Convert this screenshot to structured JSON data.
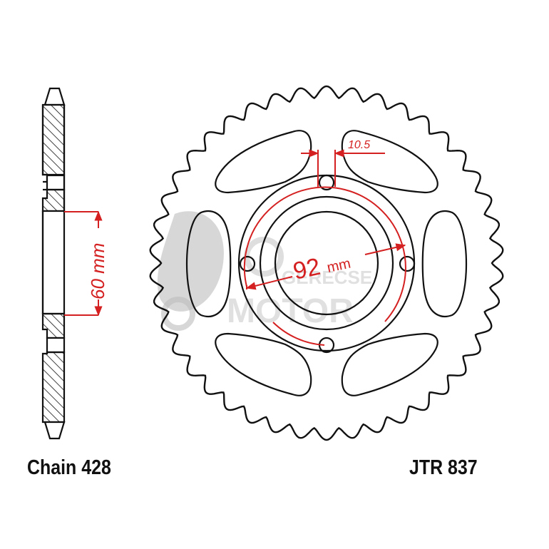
{
  "diagram": {
    "type": "technical-drawing",
    "subject": "rear chain sprocket",
    "colors": {
      "outline": "#111111",
      "dimension": "#d42020",
      "hatch": "#111111",
      "watermark": "#c8c8c8",
      "background": "#ffffff"
    },
    "side_view": {
      "dimension_label": "60 mm",
      "dimension_value": "60",
      "dimension_unit": "mm"
    },
    "front_view": {
      "teeth_count_drawn": 42,
      "bolt_hole_count": 4,
      "lightening_cutouts": 6,
      "bolt_circle_label_value": "92",
      "bolt_circle_label_unit": "mm",
      "bolt_hole_dimension_label": "10.5"
    },
    "watermark": {
      "line1": "GERECSE",
      "line2": "MOTOR"
    }
  },
  "labels": {
    "chain": "Chain 428",
    "part_number": "JTR 837"
  }
}
